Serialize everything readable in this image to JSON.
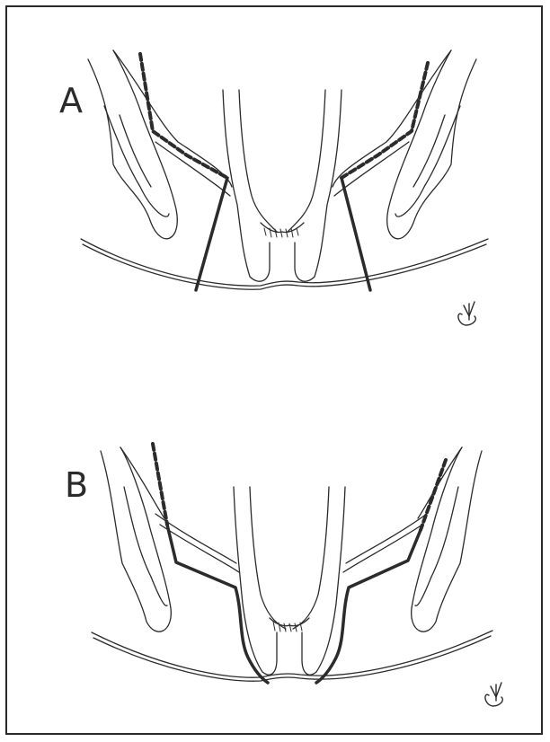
{
  "figure": {
    "panels": [
      {
        "label": "A"
      },
      {
        "label": "B"
      }
    ],
    "colors": {
      "ink": "#2b2b2b",
      "border": "#2a2a2a",
      "background": "#ffffff"
    },
    "icons": [
      "signature-monogram"
    ]
  }
}
